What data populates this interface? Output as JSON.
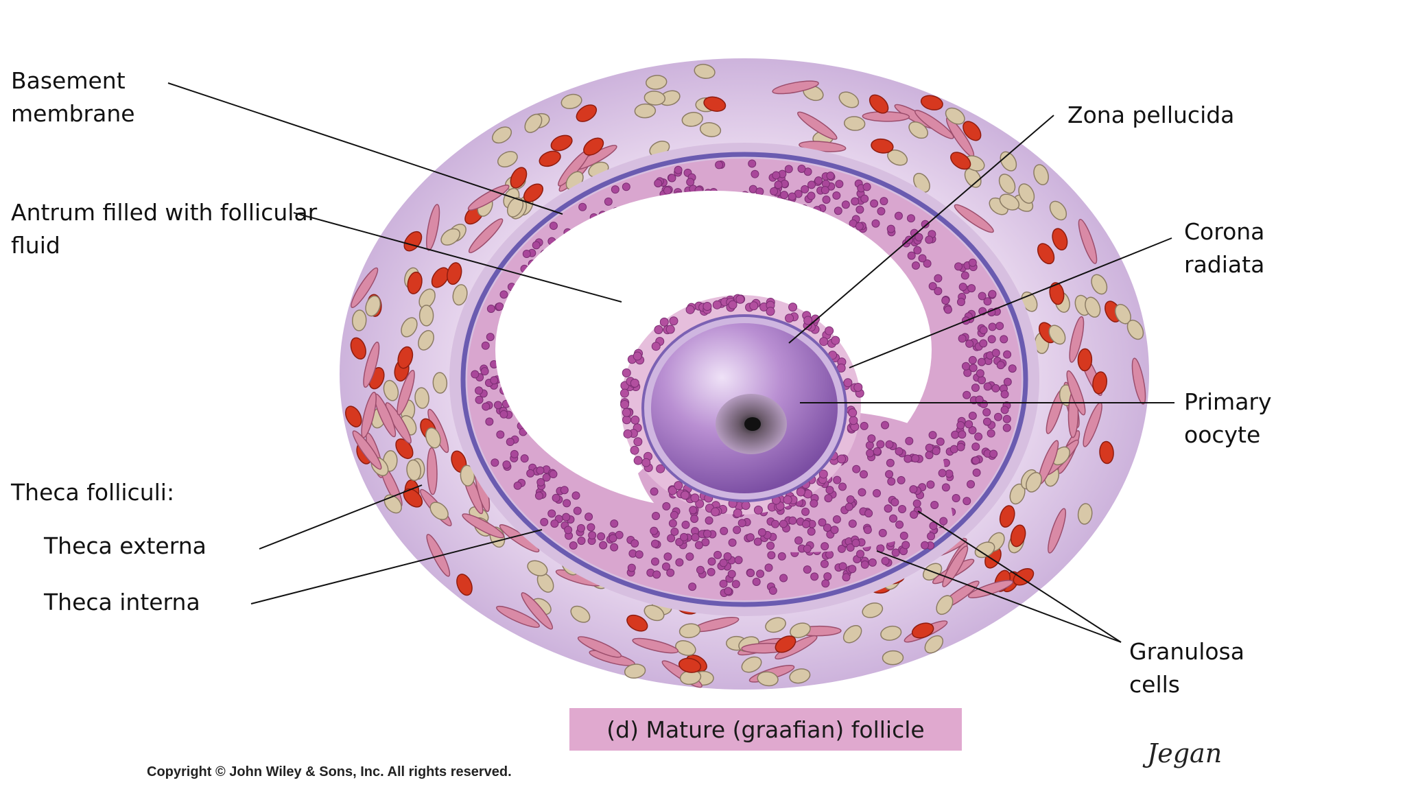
{
  "labels": {
    "basement_line1": "Basement",
    "basement_line2": "membrane",
    "antrum_line1": "Antrum filled with follicular",
    "antrum_line2": "fluid",
    "theca_folliculi": "Theca folliculi:",
    "theca_externa": "Theca externa",
    "theca_interna": "Theca interna",
    "zona_pellucida": "Zona pellucida",
    "corona_line1": "Corona",
    "corona_line2": "radiata",
    "primary_line1": "Primary",
    "primary_line2": "oocyte",
    "granulosa_line1": "Granulosa",
    "granulosa_line2": "cells"
  },
  "caption": "(d) Mature (graafian) follicle",
  "copyright": "Copyright © John Wiley & Sons, Inc. All rights reserved.",
  "signature": "Jegan",
  "colors": {
    "caption_box": "#e0a9cf",
    "theca_stroma": "#d8c4e0",
    "blood_cell": "#d6381f",
    "granulosa": "#a9479a",
    "basement_membrane": "#6a5bb0",
    "oocyte": "#b58ad0"
  }
}
